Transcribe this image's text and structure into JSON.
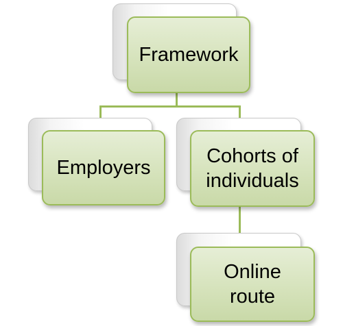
{
  "diagram": {
    "nodes": {
      "framework": {
        "label": "Framework"
      },
      "employers": {
        "label": "Employers"
      },
      "cohorts": {
        "label": "Cohorts of\nindividuals"
      },
      "online_route": {
        "label": "Online\nroute"
      }
    },
    "edges": [
      {
        "from": "Framework",
        "to": "Employers"
      },
      {
        "from": "Framework",
        "to": "Cohorts of individuals"
      },
      {
        "from": "Cohorts of individuals",
        "to": "Online route"
      }
    ],
    "colors": {
      "node_fill": "#d6e3bc",
      "node_border": "#9bbb59",
      "connector": "#9bbb59",
      "back_card": "#ffffff"
    }
  }
}
